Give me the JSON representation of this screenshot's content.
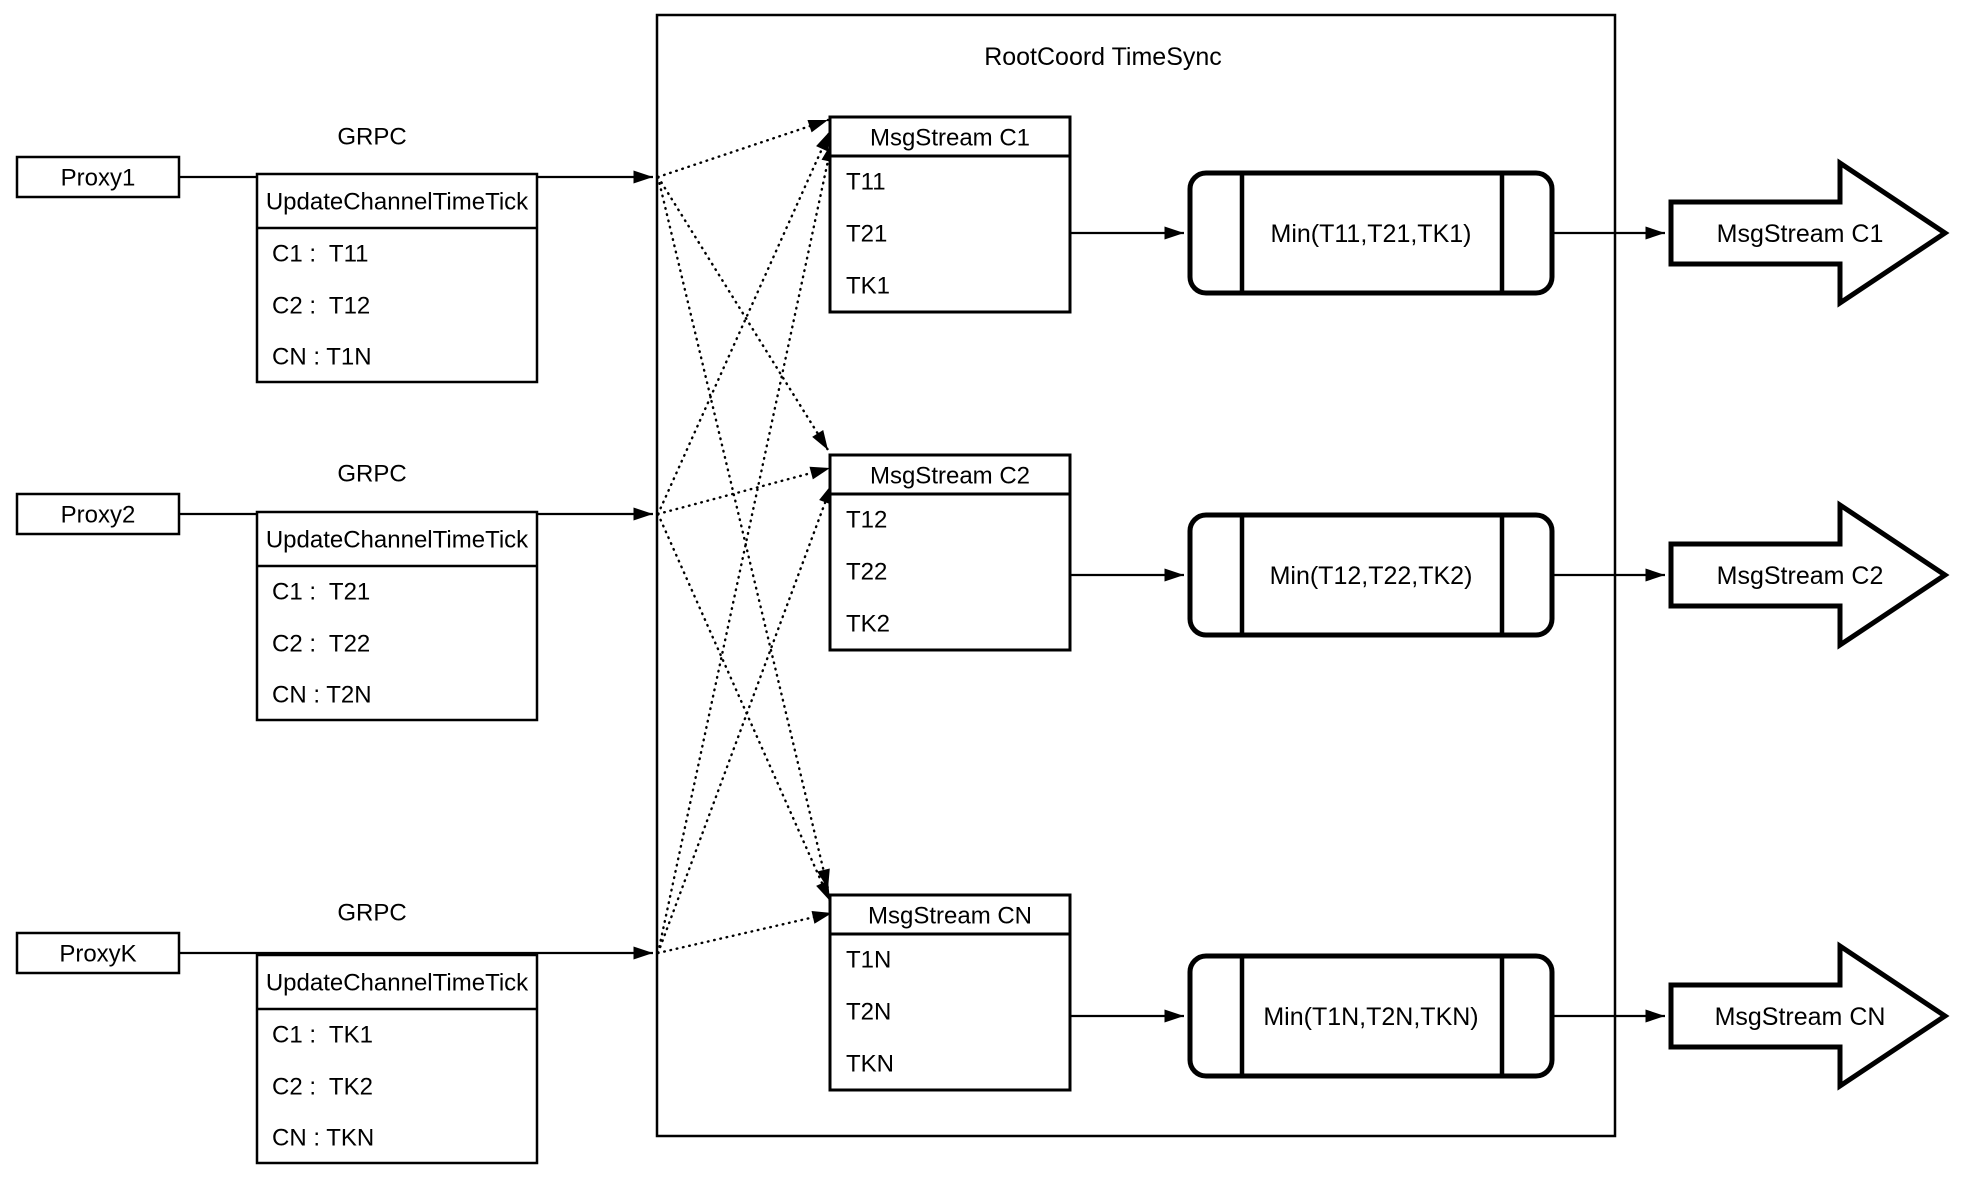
{
  "diagram": {
    "title": "RootCoord TimeSync",
    "grpc_label": "GRPC",
    "proxies": [
      {
        "label": "Proxy1",
        "table_header": "UpdateChannelTimeTick",
        "rows": [
          "C1 :  T11",
          "C2 :  T12",
          "CN : T1N"
        ]
      },
      {
        "label": "Proxy2",
        "table_header": "UpdateChannelTimeTick",
        "rows": [
          "C1 :  T21",
          "C2 :  T22",
          "CN : T2N"
        ]
      },
      {
        "label": "ProxyK",
        "table_header": "UpdateChannelTimeTick",
        "rows": [
          "C1 :  TK1",
          "C2 :  TK2",
          "CN : TKN"
        ]
      }
    ],
    "streams": [
      {
        "header": "MsgStream C1",
        "rows": [
          "T11",
          "T21",
          "TK1"
        ],
        "min_label": "Min(T11,T21,TK1)",
        "output_label": "MsgStream C1"
      },
      {
        "header": "MsgStream C2",
        "rows": [
          "T12",
          "T22",
          "TK2"
        ],
        "min_label": "Min(T12,T22,TK2)",
        "output_label": "MsgStream C2"
      },
      {
        "header": "MsgStream CN",
        "rows": [
          "T1N",
          "T2N",
          "TKN"
        ],
        "min_label": "Min(T1N,T2N,TKN)",
        "output_label": "MsgStream CN"
      }
    ],
    "colors": {
      "stroke": "#000000",
      "background": "#ffffff"
    }
  }
}
